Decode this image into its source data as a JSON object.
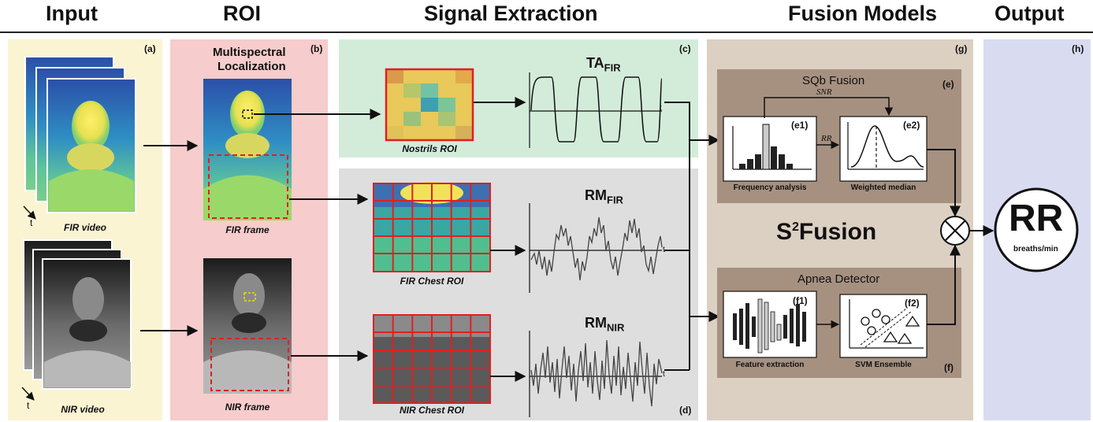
{
  "headers": {
    "input": "Input",
    "roi": "ROI",
    "signal_extraction": "Signal Extraction",
    "fusion_models": "Fusion Models",
    "output": "Output"
  },
  "panel_labels": {
    "a": "(a)",
    "b": "(b)",
    "c": "(c)",
    "d": "(d)",
    "e": "(e)",
    "e1": "(e1)",
    "e2": "(e2)",
    "f": "(f)",
    "f1": "(f1)",
    "f2": "(f2)",
    "g": "(g)",
    "h": "(h)"
  },
  "input": {
    "fir_video": "FIR video",
    "nir_video": "NIR video",
    "time_axis": "t"
  },
  "roi": {
    "title_line1": "Multispectral",
    "title_line2": "Localization",
    "fir_frame": "FIR frame",
    "nir_frame": "NIR frame"
  },
  "signals": {
    "nostrils_roi": "Nostrils ROI",
    "fir_chest_roi": "FIR Chest ROI",
    "nir_chest_roi": "NIR Chest ROI",
    "ta_fir_main": "TA",
    "ta_fir_sub": "FIR",
    "rm_fir_main": "RM",
    "rm_fir_sub": "FIR",
    "rm_nir_main": "RM",
    "rm_nir_sub": "NIR",
    "time_axis": "t"
  },
  "fusion": {
    "sqb_title": "SQb Fusion",
    "snr": "SNR",
    "rr": "RR",
    "freq_analysis": "Frequency analysis",
    "weighted_median": "Weighted median",
    "s2_main": "S",
    "s2_sup": "2",
    "s2_rest": "Fusion",
    "apnea_title": "Apnea Detector",
    "feature_extraction": "Feature extraction",
    "svm_ensemble": "SVM Ensemble"
  },
  "output": {
    "rr": "RR",
    "unit": "breaths/min"
  },
  "colors": {
    "input_bg": "#fbf4d3",
    "roi_bg": "#f6cccc",
    "nostril_bg": "#d3ecda",
    "chest_bg": "#dedede",
    "fusion_bg": "#dbd0c2",
    "inner_box": "#a69181",
    "output_bg": "#d9dcf0",
    "red": "#e02020"
  }
}
